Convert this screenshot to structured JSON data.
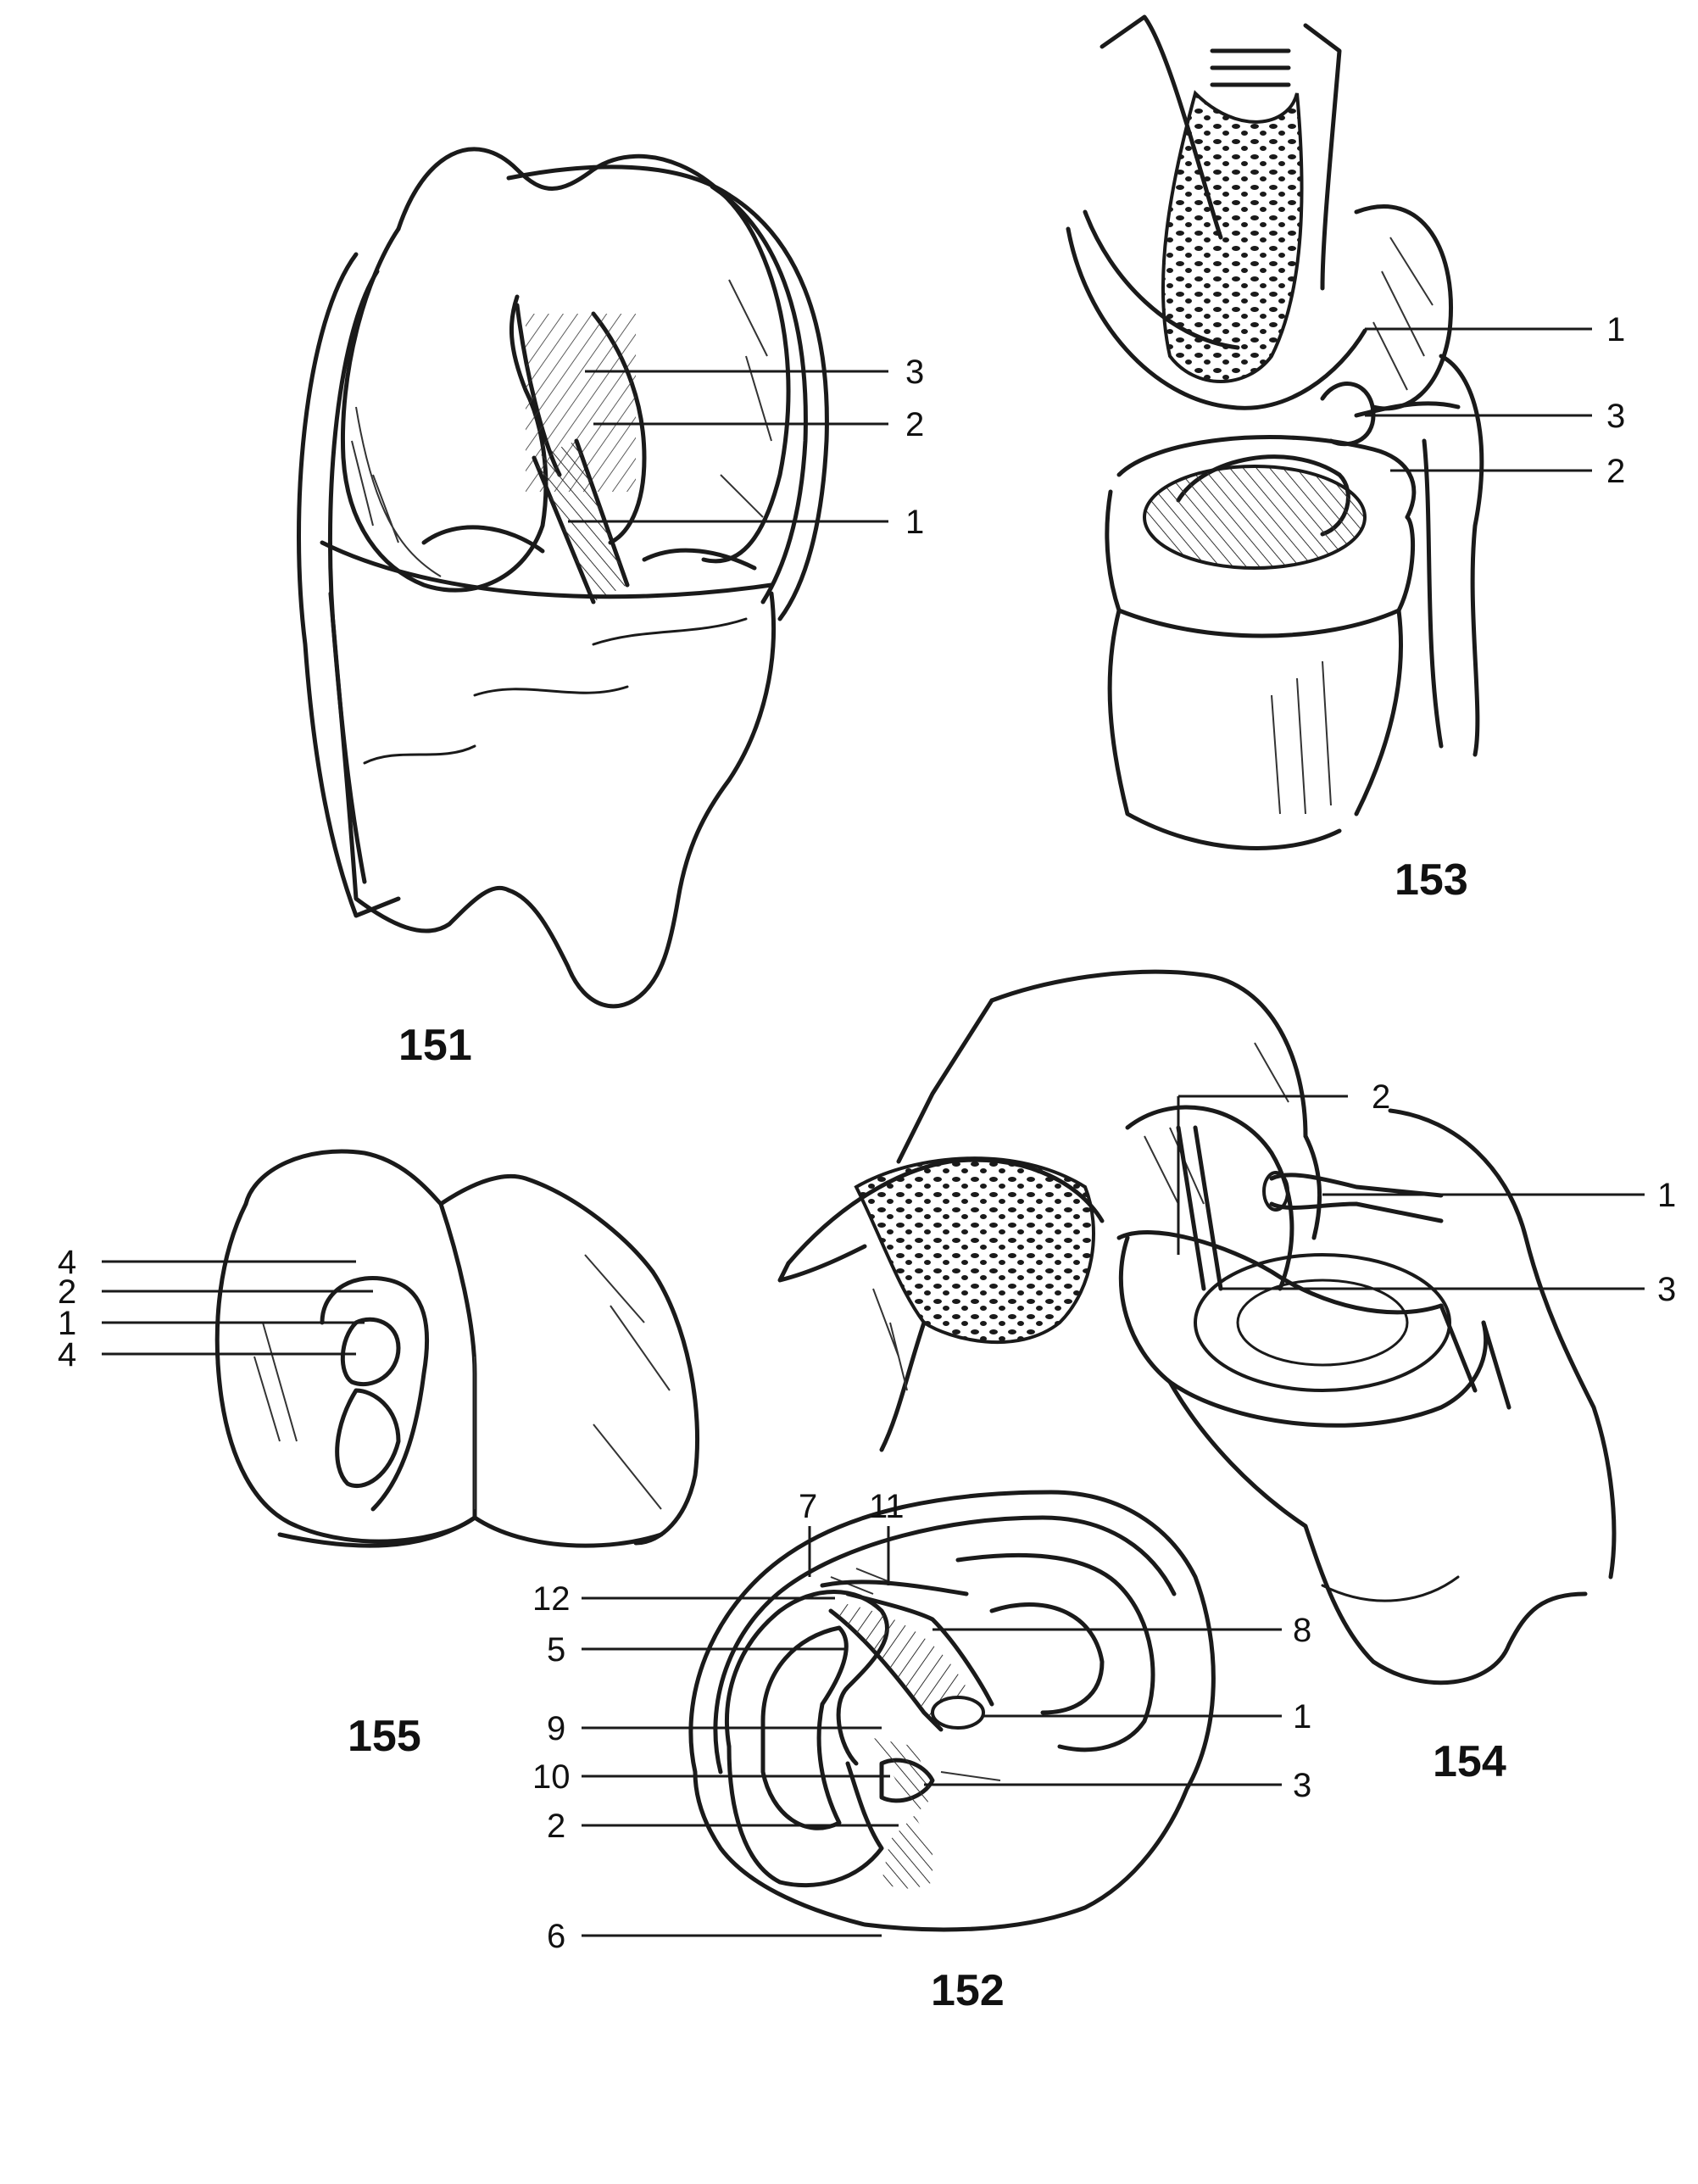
{
  "figures": {
    "fig151": {
      "number": "151",
      "labels": [
        "3",
        "2",
        "1"
      ]
    },
    "fig152": {
      "number": "152",
      "labels_left": [
        "12",
        "5",
        "9",
        "10",
        "2",
        "6"
      ],
      "labels_top": [
        "7",
        "11"
      ],
      "labels_right": [
        "8",
        "1",
        "3"
      ]
    },
    "fig153": {
      "number": "153",
      "labels": [
        "1",
        "3",
        "2"
      ]
    },
    "fig154": {
      "number": "154",
      "labels": [
        "2",
        "1",
        "3"
      ]
    },
    "fig155": {
      "number": "155",
      "labels": [
        "4",
        "2",
        "1",
        "4"
      ]
    }
  }
}
